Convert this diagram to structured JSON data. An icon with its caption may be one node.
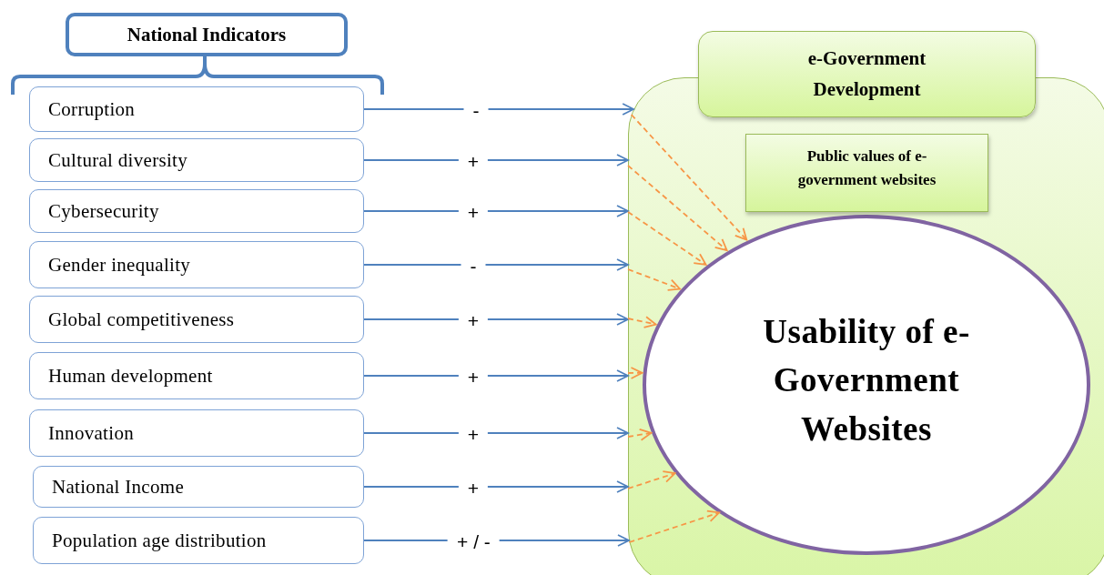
{
  "diagram": {
    "nodes": [
      {
        "text": [
          "National Indicators"
        ]
      },
      {
        "text": [
          "Corruption"
        ]
      },
      {
        "text": [
          "Cultural diversity"
        ]
      },
      {
        "text": [
          "Cybersecurity"
        ]
      },
      {
        "text": [
          "Gender inequality"
        ]
      },
      {
        "text": [
          "Global competitiveness"
        ]
      },
      {
        "text": [
          "Human development"
        ]
      },
      {
        "text": [
          "Innovation"
        ]
      },
      {
        "text": [
          "National Income"
        ]
      },
      {
        "text": [
          "Population age distribution"
        ]
      },
      {
        "text": [
          "e-Government Development"
        ]
      },
      {
        "text": [
          "Public values of e-government websites"
        ],
        "in": 10
      },
      {
        "text": [
          "Usability of e-Government Websites"
        ],
        "in": 10
      }
    ],
    "edges": [
      {
        "from": 1,
        "to": 10,
        "arrow": "to",
        "label": "-"
      },
      {
        "from": 2,
        "to": 10,
        "arrow": "to",
        "label": "+"
      },
      {
        "from": 3,
        "to": 10,
        "arrow": "to",
        "label": "+"
      },
      {
        "from": 4,
        "to": 10,
        "arrow": "to",
        "label": "-"
      },
      {
        "from": 5,
        "to": 10,
        "arrow": "to",
        "label": "+"
      },
      {
        "from": 6,
        "to": 10,
        "arrow": "to",
        "label": "+"
      },
      {
        "from": 7,
        "to": 10,
        "arrow": "to",
        "label": "+"
      },
      {
        "from": 8,
        "to": 10,
        "arrow": "to",
        "label": "+"
      },
      {
        "from": 9,
        "to": 10,
        "arrow": "to",
        "label": "+ / -"
      },
      {
        "from": 10,
        "to": 12,
        "arrow": "to",
        "style": "dashed",
        "color": "#f79646"
      },
      {
        "from": 10,
        "to": 12,
        "arrow": "to",
        "style": "dashed",
        "color": "#f79646"
      },
      {
        "from": 10,
        "to": 12,
        "arrow": "to",
        "style": "dashed",
        "color": "#f79646"
      },
      {
        "from": 10,
        "to": 12,
        "arrow": "to",
        "style": "dashed",
        "color": "#f79646"
      },
      {
        "from": 10,
        "to": 12,
        "arrow": "to",
        "style": "dashed",
        "color": "#f79646"
      },
      {
        "from": 10,
        "to": 12,
        "arrow": "to",
        "style": "dashed",
        "color": "#f79646"
      },
      {
        "from": 10,
        "to": 12,
        "arrow": "to",
        "style": "dashed",
        "color": "#f79646"
      },
      {
        "from": 10,
        "to": 12,
        "arrow": "to",
        "style": "dashed",
        "color": "#f79646"
      },
      {
        "from": 10,
        "to": 12,
        "arrow": "to",
        "style": "dashed",
        "color": "#f79646"
      }
    ]
  }
}
